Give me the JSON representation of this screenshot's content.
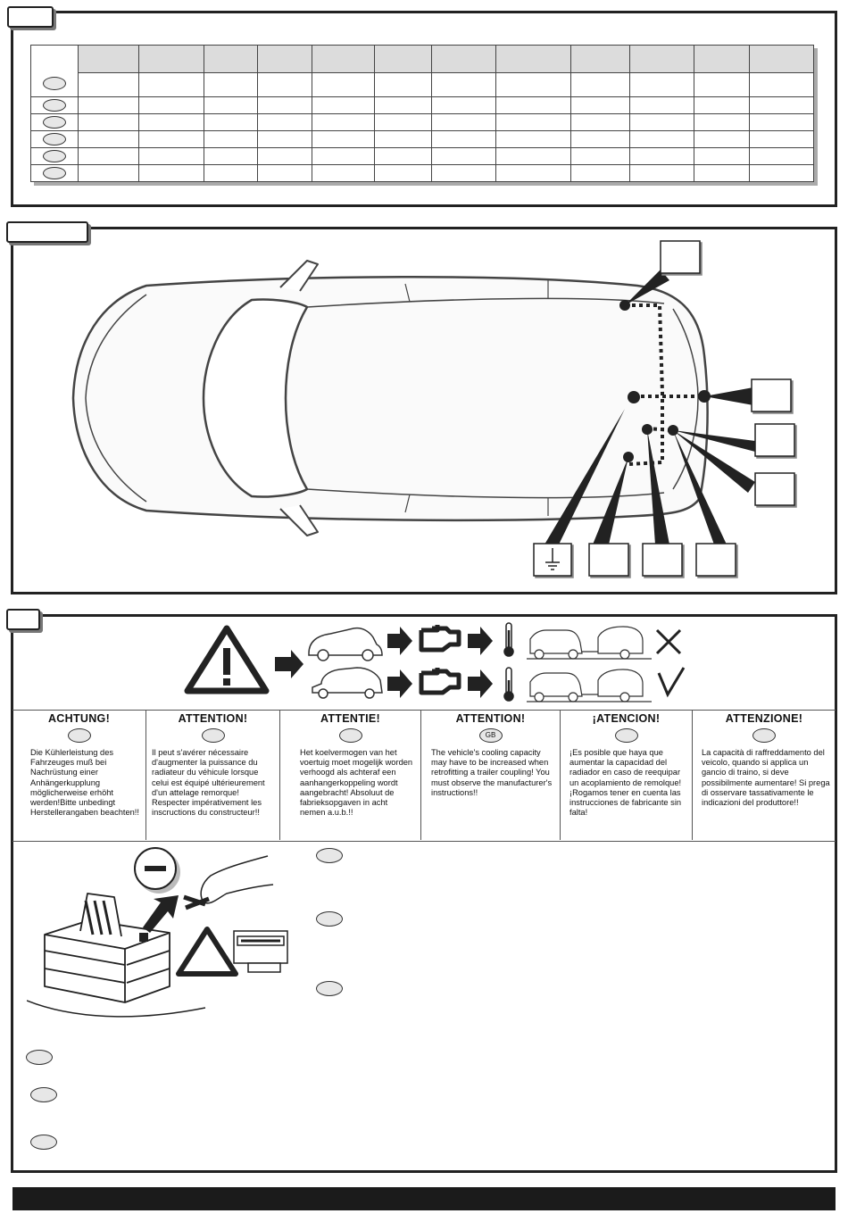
{
  "warning_section": {
    "columns": [
      {
        "title": "ACHTUNG!",
        "code": "",
        "text": "Die Kühlerleistung des Fahrzeuges muß bei Nachrüstung einer Anhängerkupplung möglicherweise erhöht werden!Bitte unbedingt Herstellerangaben beachten!!"
      },
      {
        "title": "ATTENTION!",
        "code": "",
        "text": "Il peut s'avérer nécessaire d'augmenter la puissance du radiateur du véhicule lorsque celui est équipé ultérieurement d'un attelage remorque! Respecter impérativement les inscructions du constructeur!!"
      },
      {
        "title": "ATTENTIE!",
        "code": "",
        "text": "Het koelvermogen van het voertuig moet mogelijk worden verhoogd als achteraf een aanhangerkoppeling wordt aangebracht! Absoluut de fabrieksopgaven in acht nemen a.u.b.!!"
      },
      {
        "title": "ATTENTION!",
        "code": "GB",
        "text": "The vehicle's cooling capacity may have to be increased when retrofitting a trailer coupling! You must observe the manufacturer's instructions!!"
      },
      {
        "title": "¡ATENCION!",
        "code": "",
        "text": "¡Es posible que haya que aumentar la capacidad del radiador en caso de reequipar un acoplamiento de remolque! ¡Rogamos tener en cuenta las instrucciones de fabricante sin falta!"
      },
      {
        "title": "ATTENZIONE!",
        "code": "",
        "text": "La capacità di raffreddamento del veicolo, quando si applica un gancio di traino, si deve possibilmente aumentare! Si prega di osservare tassativamente le indicazioni del produttore!!"
      }
    ]
  },
  "icons": {
    "warning": "warning-triangle-icon",
    "arrow": "arrow-right-icon",
    "engine": "engine-icon",
    "thermometer": "thermometer-icon",
    "cross": "cross-mark-icon",
    "check": "check-mark-icon",
    "minus": "minus-terminal-icon",
    "ground": "ground-symbol-icon"
  },
  "colors": {
    "frame": "#222222",
    "oval_fill": "#e7e7e7",
    "header_fill": "#dcdcdc",
    "bar": "#1b1b1b"
  }
}
